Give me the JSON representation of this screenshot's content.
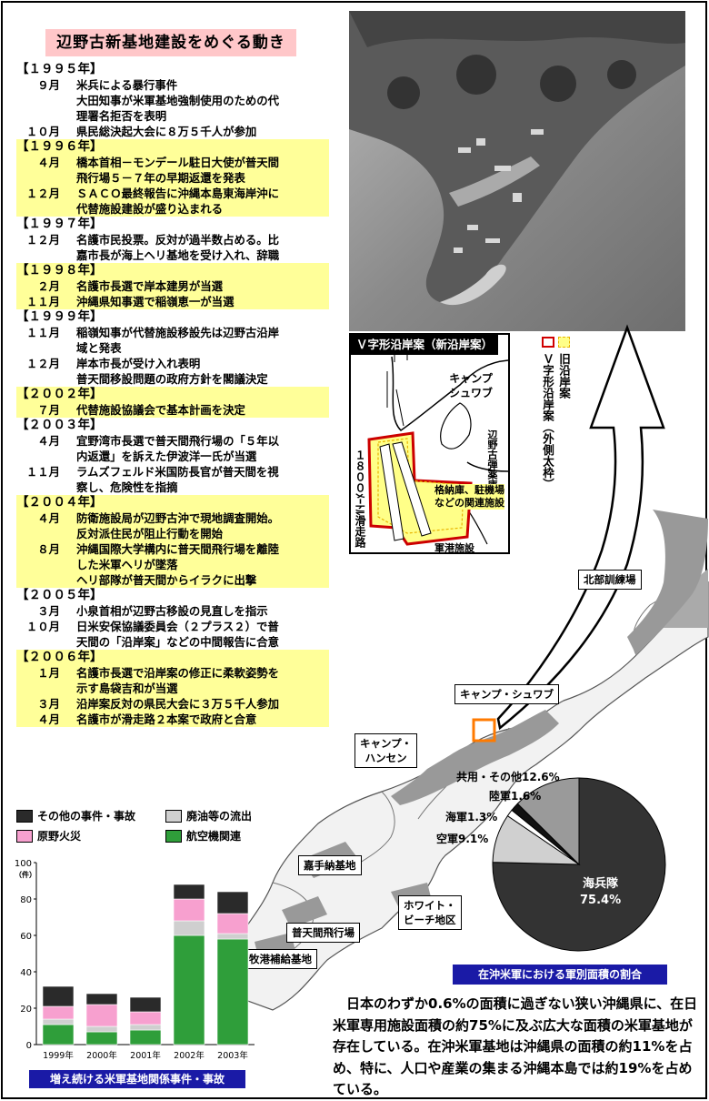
{
  "title": "辺野古新基地建設をめぐる動き",
  "timeline": [
    {
      "year": "【１９９５年】",
      "hl": false,
      "events": [
        {
          "month": "９月",
          "lines": [
            "米兵による暴行事件",
            "大田知事が米軍基地強制使用のための代",
            "理署名拒否を表明"
          ]
        },
        {
          "month": "１０月",
          "lines": [
            "県民総決起大会に８万５千人が参加"
          ]
        }
      ]
    },
    {
      "year": "【１９９６年】",
      "hl": true,
      "events": [
        {
          "month": "４月",
          "lines": [
            "橋本首相－モンデール駐日大使が普天間",
            "飛行場５－７年の早期返還を発表"
          ]
        },
        {
          "month": "１２月",
          "lines": [
            "ＳＡＣＯ最終報告に沖縄本島東海岸沖に",
            "代替施設建設が盛り込まれる"
          ]
        }
      ]
    },
    {
      "year": "【１９９７年】",
      "hl": false,
      "events": [
        {
          "month": "１２月",
          "lines": [
            "名護市民投票。反対が過半数占める。比",
            "嘉市長が海上ヘリ基地を受け入れ、辞職"
          ]
        }
      ]
    },
    {
      "year": "【１９９８年】",
      "hl": true,
      "events": [
        {
          "month": "２月",
          "lines": [
            "名護市長選で岸本建男が当選"
          ]
        },
        {
          "month": "１１月",
          "lines": [
            "沖縄県知事選で稲嶺恵一が当選"
          ]
        }
      ]
    },
    {
      "year": "【１９９９年】",
      "hl": false,
      "events": [
        {
          "month": "１１月",
          "lines": [
            "稲嶺知事が代替施設移設先は辺野古沿岸",
            "域と発表"
          ]
        },
        {
          "month": "１２月",
          "lines": [
            "岸本市長が受け入れ表明",
            "普天間移設問題の政府方針を閣議決定"
          ]
        }
      ]
    },
    {
      "year": "【２００２年】",
      "hl": true,
      "events": [
        {
          "month": "７月",
          "lines": [
            "代替施設協議会で基本計画を決定"
          ]
        }
      ]
    },
    {
      "year": "【２００３年】",
      "hl": false,
      "events": [
        {
          "month": "４月",
          "lines": [
            "宜野湾市長選で普天間飛行場の「５年以",
            "内返還」を訴えた伊波洋一氏が当選"
          ]
        },
        {
          "month": "１１月",
          "lines": [
            "ラムズフェルド米国防長官が普天間を視",
            "察し、危険性を指摘"
          ]
        }
      ]
    },
    {
      "year": "【２００４年】",
      "hl": true,
      "events": [
        {
          "month": "４月",
          "lines": [
            "防衛施設局が辺野古沖で現地調査開始。",
            "反対派住民が阻止行動を開始"
          ]
        },
        {
          "month": "８月",
          "lines": [
            "沖縄国際大学構内に普天間飛行場を離陸",
            "した米軍ヘリが墜落",
            "ヘリ部隊が普天間からイラクに出撃"
          ]
        }
      ]
    },
    {
      "year": "【２００５年】",
      "hl": false,
      "events": [
        {
          "month": "３月",
          "lines": [
            "小泉首相が辺野古移設の見直しを指示"
          ]
        },
        {
          "month": "１０月",
          "lines": [
            "日米安保協議委員会（２プラス２）で普",
            "天間の「沿岸案」などの中間報告に合意"
          ]
        }
      ]
    },
    {
      "year": "【２００６年】",
      "hl": true,
      "events": [
        {
          "month": "１月",
          "lines": [
            "名護市長選で沿岸案の修正に柔軟姿勢を",
            "示す島袋吉和が当選"
          ]
        },
        {
          "month": "３月",
          "lines": [
            "沿岸案反対の県民大会に３万５千人参加"
          ]
        },
        {
          "month": "４月",
          "lines": [
            "名護市が滑走路２本案で政府と合意"
          ]
        }
      ]
    }
  ],
  "inset": {
    "title": "Ｖ字形沿岸案（新沿岸案）",
    "camp": "キャンプ\nシュワブ",
    "ammo": "辺野古弾薬庫",
    "runway": "１８００ﾒｰﾄﾙ滑走路",
    "warehouse": "格納庫、駐機場\nなどの関連施設",
    "port": "軍港施設",
    "legend_old": "旧沿岸案",
    "legend_v": "Ｖ字形沿岸案（外側太枠）"
  },
  "map_labels": {
    "hokubu": "北部訓練場",
    "schwab": "キャンプ・シュワブ",
    "hansen": "キャンプ・\nハンセン",
    "kadena": "嘉手納基地",
    "white": "ホワイト・\nビーチ地区",
    "futenma": "普天間飛行場",
    "makiminato": "牧港補給基地"
  },
  "pie": {
    "title": "在沖米軍における軍別面積の割合",
    "slices": [
      {
        "label": "海兵隊",
        "value": 75.4,
        "display": "75.4%",
        "color": "#333333"
      },
      {
        "label": "空軍",
        "value": 9.1,
        "display": "9.1%",
        "color": "#d0d0d0"
      },
      {
        "label": "海軍",
        "value": 1.3,
        "display": "1.3%",
        "color": "#ffffff"
      },
      {
        "label": "陸軍",
        "value": 1.6,
        "display": "1.6%",
        "color": "#111111"
      },
      {
        "label": "共用・その他",
        "value": 12.6,
        "display": "12.6%",
        "color": "#9a9a9a"
      }
    ]
  },
  "chart_data": {
    "type": "bar",
    "title": "増え続ける米軍基地関係事件・事故",
    "ylabel": "（件）",
    "ylim": [
      0,
      100
    ],
    "yticks": [
      0,
      20,
      40,
      60,
      80,
      100
    ],
    "categories": [
      "1999年",
      "2000年",
      "2001年",
      "2002年",
      "2003年"
    ],
    "series": [
      {
        "name": "航空機関連",
        "color": "#2f9e3a",
        "values": [
          11,
          7,
          8,
          60,
          58
        ]
      },
      {
        "name": "廃油等の流出",
        "color": "#cfcfcf",
        "values": [
          3,
          3,
          3,
          8,
          3
        ]
      },
      {
        "name": "原野火災",
        "color": "#f7a0cf",
        "values": [
          7,
          12,
          7,
          12,
          11
        ]
      },
      {
        "name": "その他の事件・事故",
        "color": "#2a2a2a",
        "values": [
          11,
          6,
          8,
          8,
          12
        ]
      }
    ],
    "legend_order": [
      "その他の事件・事故",
      "廃油等の流出",
      "原野火災",
      "航空機関連"
    ]
  },
  "summary": "日本のわずか0.6%の面積に過ぎない狭い沖縄県に、在日米軍専用施設面積の約75%に及ぶ広大な面積の米軍基地が存在している。在沖米軍基地は沖縄県の面積の約11%を占め、特に、人口や産業の集まる沖縄本島では約19%を占めている。"
}
